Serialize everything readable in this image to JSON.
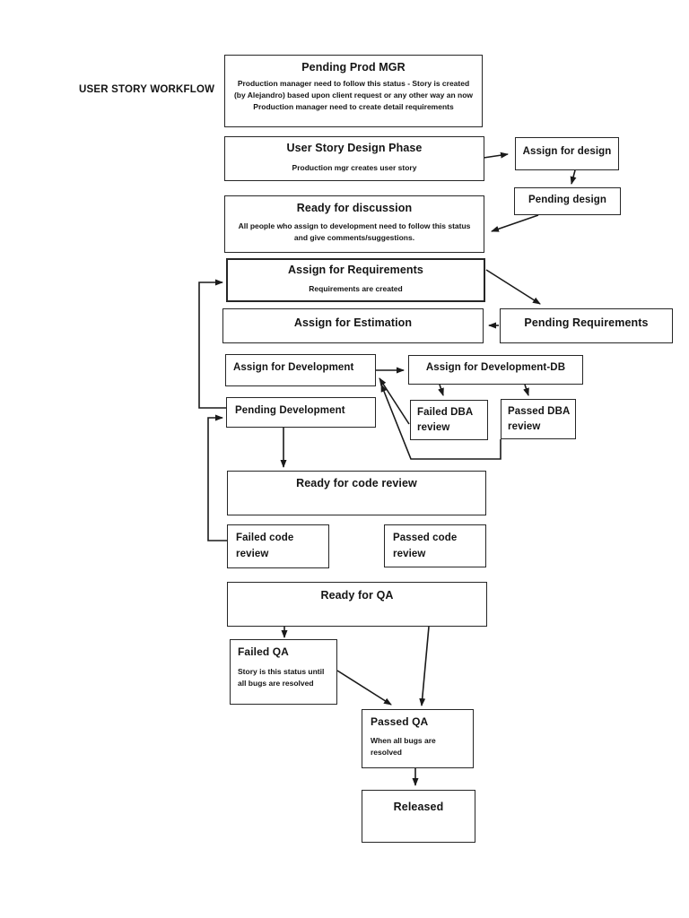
{
  "heading": "USER STORY WORKFLOW",
  "colors": {
    "ink": "#1a1a1a",
    "box_border": "#262626",
    "background": "#ffffff"
  },
  "nodes": {
    "pending_prod_mgr": {
      "title": "Pending Prod MGR",
      "description": "Production manager need to follow this status - Story is created (by Alejandro) based upon client request or any other way an now Production manager need to create detail requirements"
    },
    "user_story_design_phase": {
      "title": "User Story Design Phase",
      "description": "Production mgr creates user story"
    },
    "assign_for_design": {
      "title": "Assign for design"
    },
    "pending_design": {
      "title": "Pending design"
    },
    "ready_for_discussion": {
      "title": "Ready for discussion",
      "description": "All people who assign to development need to follow this status and give comments/suggestions."
    },
    "assign_for_requirements": {
      "title": "Assign for Requirements",
      "description": "Requirements are created"
    },
    "assign_for_estimation": {
      "title": "Assign for Estimation"
    },
    "pending_requirements": {
      "title": "Pending Requirements"
    },
    "assign_for_development": {
      "title": "Assign for Development"
    },
    "assign_for_development_db": {
      "title": "Assign for Development-DB"
    },
    "failed_dba_review": {
      "title": "Failed DBA review"
    },
    "passed_dba_review": {
      "title": "Passed DBA review"
    },
    "pending_development": {
      "title": "Pending Development"
    },
    "ready_for_code_review": {
      "title": "Ready for code review"
    },
    "failed_code_review": {
      "title": "Failed code review"
    },
    "passed_code_review": {
      "title": "Passed code review"
    },
    "ready_for_qa": {
      "title": "Ready for QA"
    },
    "failed_qa": {
      "title": "Failed QA",
      "description": "Story is this status until all bugs are resolved"
    },
    "passed_qa": {
      "title": "Passed QA",
      "description": "When all bugs are resolved"
    },
    "released": {
      "title": "Released"
    }
  }
}
